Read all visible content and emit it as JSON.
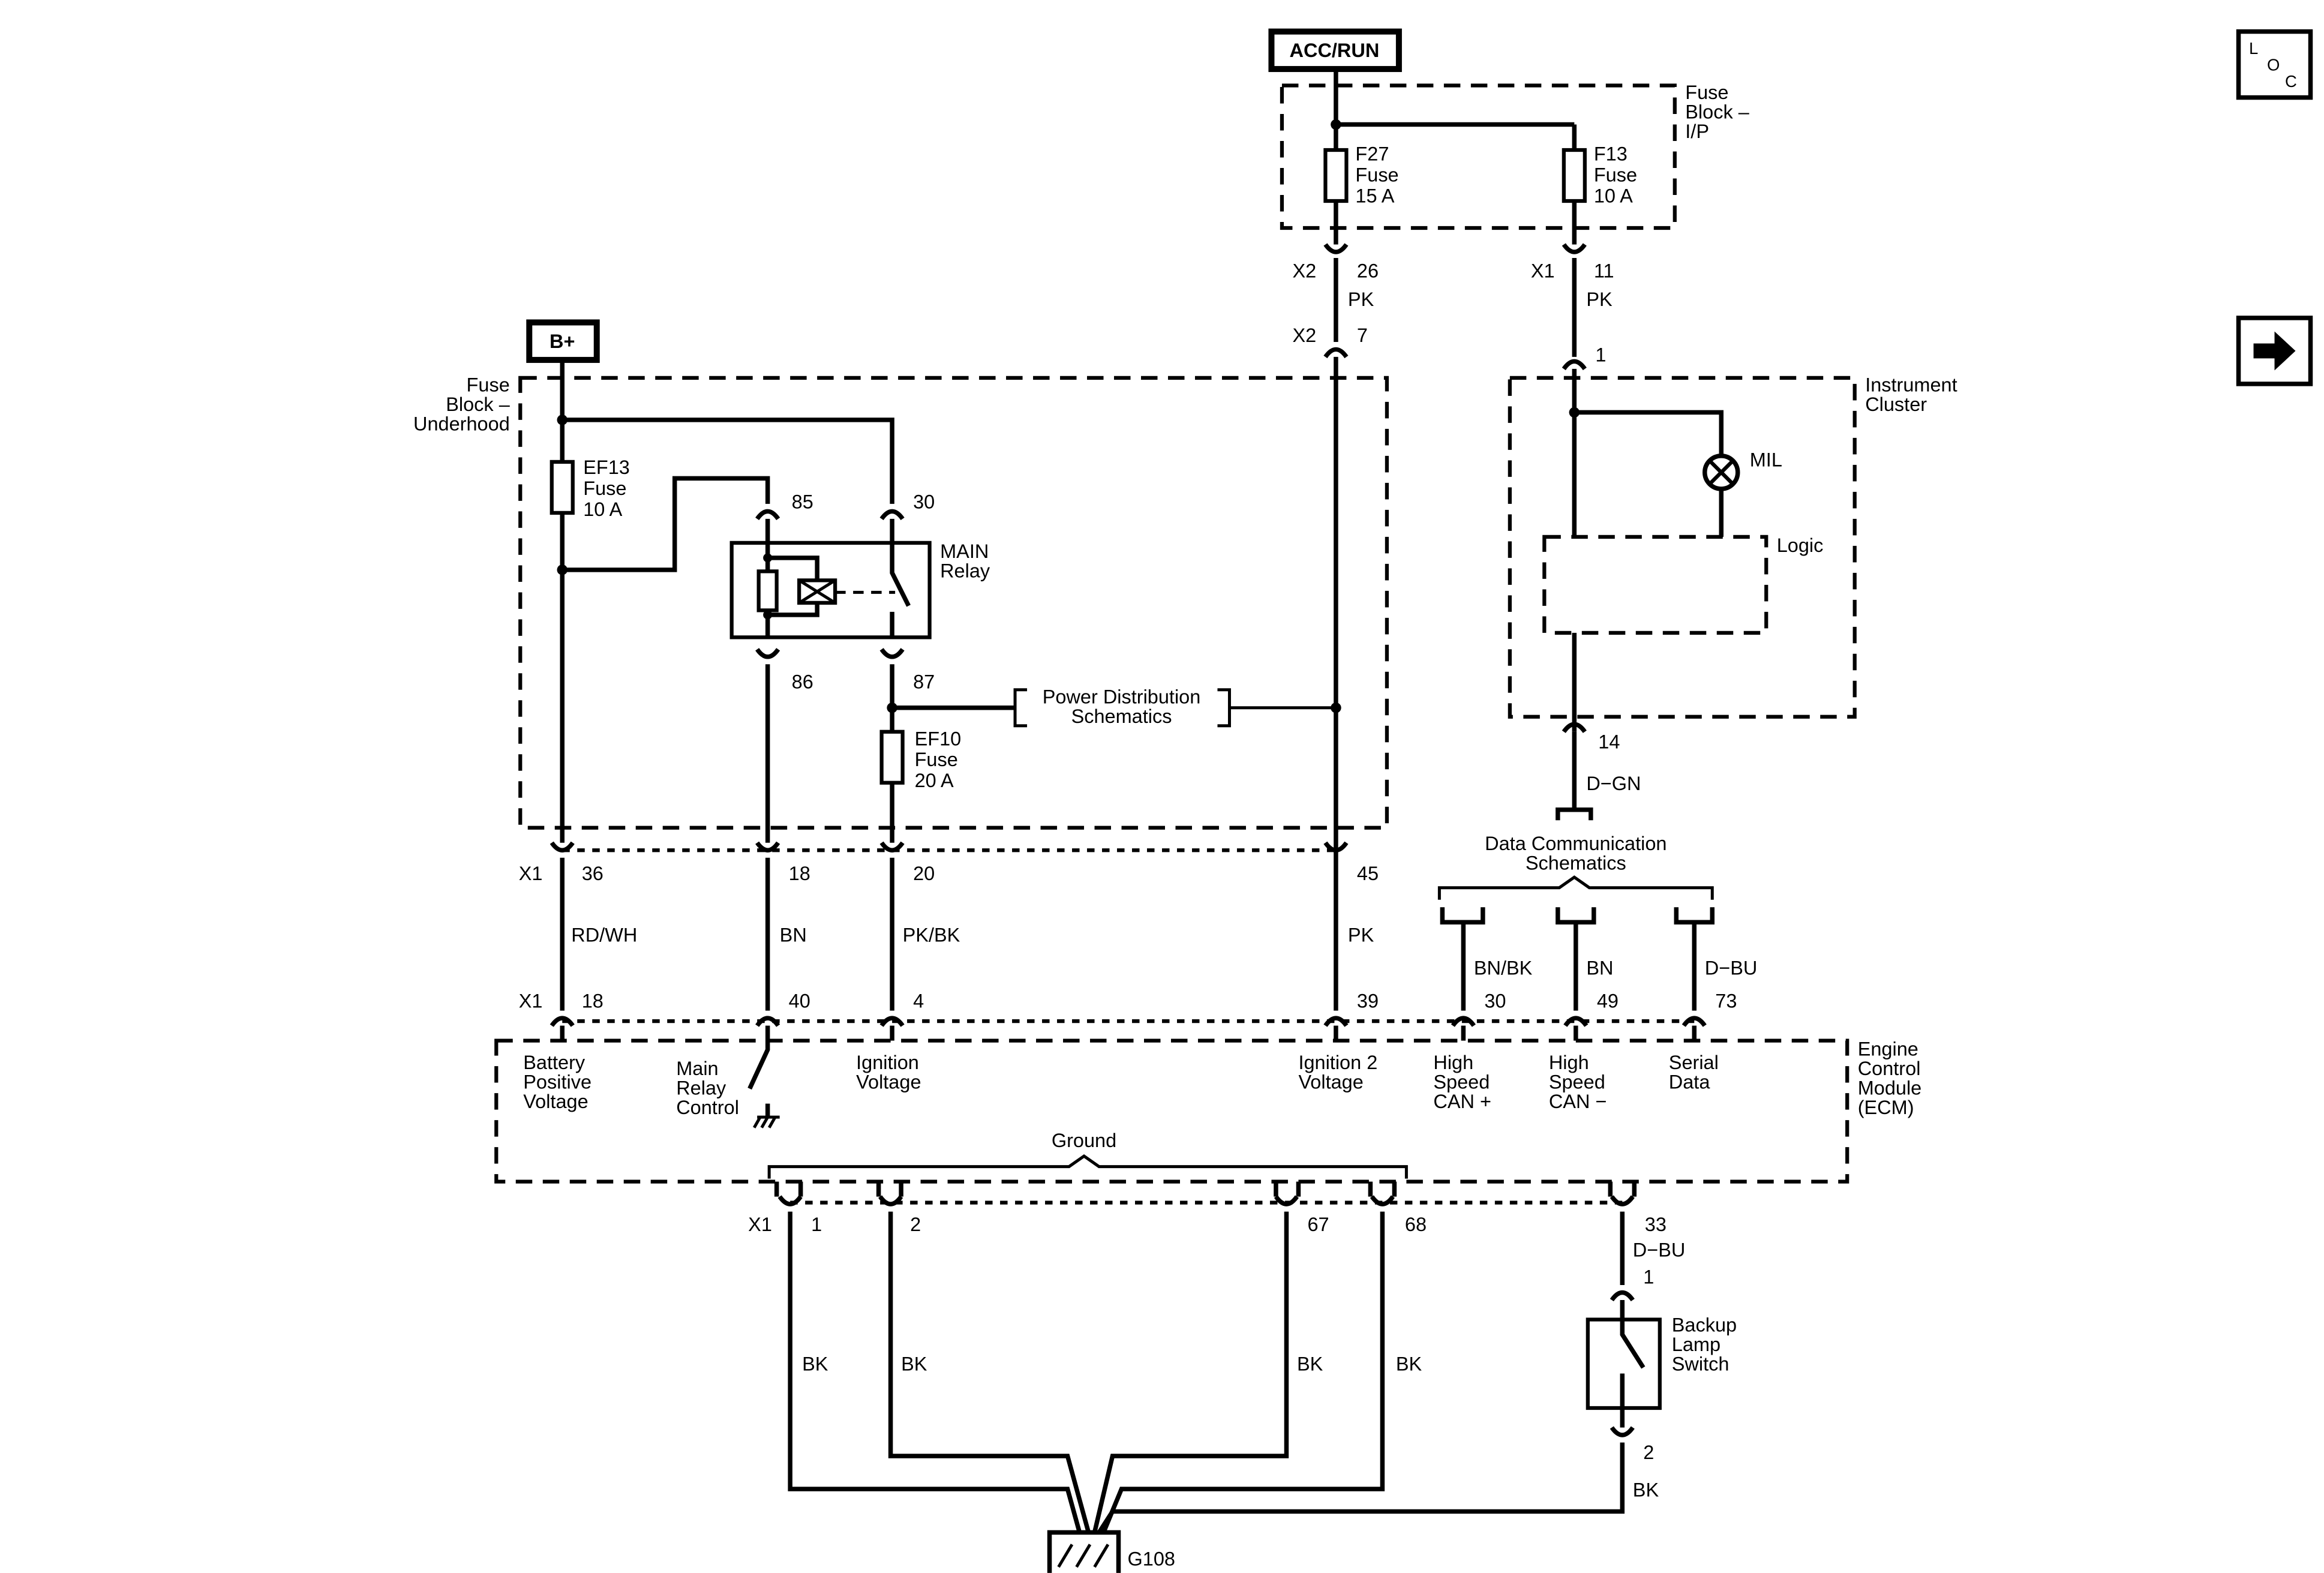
{
  "power_sources": {
    "acc_run": "ACC/RUN",
    "b_plus": "B+"
  },
  "nav_buttons": {
    "loc_icon": "locator-icon",
    "next_icon": "right-arrow-icon"
  },
  "fuse_block_ip": {
    "title": [
      "Fuse",
      "Block –",
      "I/P"
    ],
    "f27": [
      "F27",
      "Fuse",
      "15 A"
    ],
    "f13": [
      "F13",
      "Fuse",
      "10 A"
    ]
  },
  "fuse_block_underhood": {
    "title": [
      "Fuse",
      "Block –",
      "Underhood"
    ],
    "ef13": [
      "EF13",
      "Fuse",
      "10 A"
    ],
    "ef10": [
      "EF10",
      "Fuse",
      "20 A"
    ],
    "relay": [
      "MAIN",
      "Relay"
    ],
    "relay_pins": {
      "p85": "85",
      "p30": "30",
      "p86": "86",
      "p87": "87"
    }
  },
  "instrument_cluster": {
    "title": [
      "Instrument",
      "Cluster"
    ],
    "mil": "MIL",
    "logic": "Logic",
    "pin_in": "1",
    "pin_out": "14",
    "out_wire": "D−GN"
  },
  "references": {
    "power_distribution": [
      "Power Distribution",
      "Schematics"
    ],
    "data_comm": [
      "Data Communication",
      "Schematics"
    ]
  },
  "wiring": {
    "x2": "X2",
    "x1": "X1",
    "f27_out_pin": "26",
    "f27_out_color": "PK",
    "f13_out_pin": "11",
    "f13_out_color": "PK",
    "x2_in_pin": "7",
    "uh_pins": [
      "36",
      "18",
      "20",
      "45"
    ],
    "uh_colors": [
      "RD/WH",
      "BN",
      "PK/BK",
      "PK"
    ],
    "ecm_pins": [
      "18",
      "40",
      "4",
      "39",
      "30",
      "49",
      "73"
    ],
    "data_colors": [
      "BN/BK",
      "BN",
      "D−BU"
    ]
  },
  "ecm": {
    "title": [
      "Engine",
      "Control",
      "Module",
      "(ECM)"
    ],
    "labels": {
      "battery": [
        "Battery",
        "Positive",
        "Voltage"
      ],
      "main_relay": [
        "Main",
        "Relay",
        "Control"
      ],
      "ignition": [
        "Ignition",
        "Voltage"
      ],
      "ignition2": [
        "Ignition 2",
        "Voltage"
      ],
      "can_plus": [
        "High",
        "Speed",
        "CAN +"
      ],
      "can_minus": [
        "High",
        "Speed",
        "CAN −"
      ],
      "serial": [
        "Serial",
        "Data"
      ]
    },
    "ground_label": "Ground",
    "ground_pins": [
      "1",
      "2",
      "67",
      "68"
    ],
    "pin33": "33",
    "pin33_color": "D−BU"
  },
  "ground_wires": [
    "BK",
    "BK",
    "BK",
    "BK"
  ],
  "backup_switch": {
    "title": [
      "Backup",
      "Lamp",
      "Switch"
    ],
    "pin1": "1",
    "pin2": "2",
    "out_color": "BK"
  },
  "ground_point": "G108"
}
